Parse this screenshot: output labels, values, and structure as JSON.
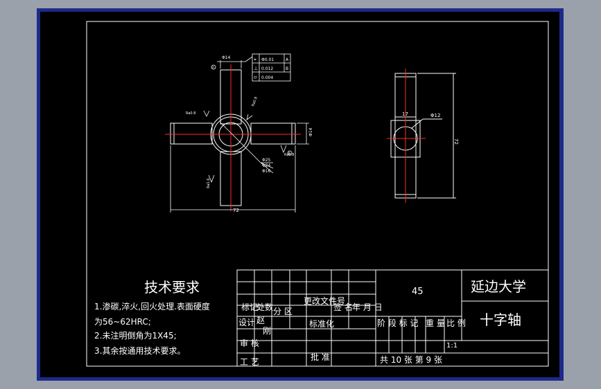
{
  "tech": {
    "title": "技术要求",
    "line1a": "1.渗碳,淬火,回火处理.表面硬度",
    "line1b": "为56~62HRC;",
    "line2": "2.未注明倒角为1X45;",
    "line3": "3.其余按通用技术要求。"
  },
  "title_block": {
    "material": "45",
    "school": "延边大学",
    "part_name": "十字轴",
    "scale_value": "1:1",
    "sheets": "共 10 张 第 9 张",
    "labels": {
      "mark": "标记",
      "count": "处数",
      "zone": "分 区",
      "change_doc": "更改文件号",
      "sign": "签 名",
      "date": "年 月 日",
      "design": "设计",
      "standard": "标准化",
      "stage": "阶 段 标 记",
      "weight": "重 量",
      "scale": "比 例",
      "review": "审 核",
      "process": "工 艺",
      "approve": "批 准",
      "name_1": "赵",
      "name_2": "刚"
    }
  },
  "front_view": {
    "dim_top": "Φ14",
    "dim_right": "Φ14",
    "dim_width": "72",
    "dia_1": "Φ25",
    "dia_2": "Φ24",
    "dia_3": "Φ16",
    "rough_1": "Ra0.8",
    "rough_2": "Ra0.8",
    "rough_3": "Ra0.8",
    "rough_4": "Ra1.6",
    "datum_a": "A",
    "datum_b": "B"
  },
  "tolerance_frame": {
    "rows": [
      {
        "symbol": "⌖",
        "value": "Φ0.01",
        "datum": "A"
      },
      {
        "symbol": "⊥",
        "value": "0.012",
        "datum": "B"
      },
      {
        "symbol": "⌭",
        "value": "0.004",
        "datum": ""
      }
    ]
  },
  "side_view": {
    "dim_width": "17",
    "dim_dia": "Φ12",
    "dim_height": "72"
  }
}
